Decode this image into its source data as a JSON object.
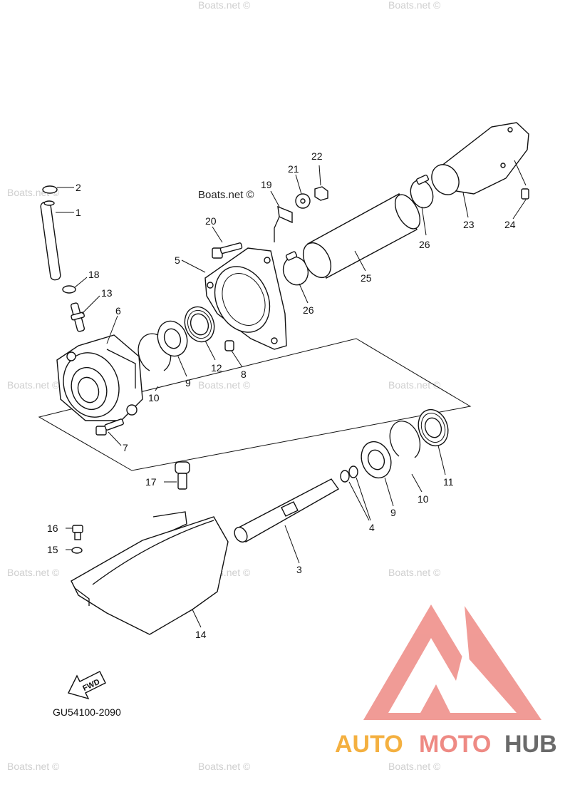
{
  "watermark": "Boats.net ©",
  "diagram_code": "GU54100-2090",
  "fwd_label": "FWD",
  "brand": {
    "part1": "AUTO",
    "part2": "MOTO",
    "part3": "HUB",
    "triangle_color": "#ee8a84",
    "accent_color": "#f4b040",
    "dark_color": "#6a6a6a"
  },
  "callouts": {
    "c1": "1",
    "c2": "2",
    "c3": "3",
    "c4": "4",
    "c5": "5",
    "c6": "6",
    "c7": "7",
    "c8": "8",
    "c9a": "9",
    "c9b": "9",
    "c10a": "10",
    "c10b": "10",
    "c11": "11",
    "c12": "12",
    "c13": "13",
    "c14": "14",
    "c15": "15",
    "c16": "16",
    "c17": "17",
    "c18": "18",
    "c19": "19",
    "c20": "20",
    "c21": "21",
    "c22": "22",
    "c23": "23",
    "c24": "24",
    "c25": "25",
    "c26a": "26",
    "c26b": "26"
  }
}
